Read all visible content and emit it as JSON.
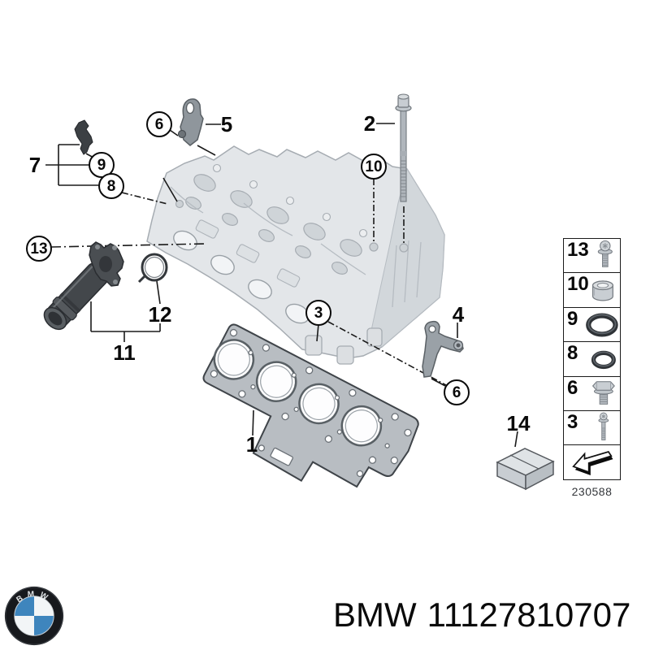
{
  "diagram": {
    "callouts": {
      "plain": {
        "p7": "7",
        "p5": "5",
        "p2": "2",
        "p4": "4",
        "p12": "12",
        "p11": "11",
        "p1": "1",
        "p14": "14"
      },
      "circled": {
        "c6a": "6",
        "c9": "9",
        "c8": "8",
        "c13": "13",
        "c10": "10",
        "c3": "3",
        "c6b": "6"
      }
    },
    "parts_shown": [
      "cylinder-head",
      "head-gasket",
      "head-bolt",
      "coolant-pipe",
      "pipe-gasket-ring",
      "bracket",
      "sensor",
      "sealing-kit-box"
    ]
  },
  "legend": {
    "items": [
      {
        "label": "13",
        "icon": "torx-bolt"
      },
      {
        "label": "10",
        "icon": "dowel-sleeve"
      },
      {
        "label": "9",
        "icon": "o-ring-large"
      },
      {
        "label": "8",
        "icon": "o-ring-small"
      },
      {
        "label": "6",
        "icon": "hex-flange-bolt"
      },
      {
        "label": "3",
        "icon": "long-bolt"
      },
      {
        "label": "",
        "icon": "direction-arrow"
      }
    ],
    "caption": "230588"
  },
  "footer": {
    "logo_text": "BMW",
    "brand": "BMW",
    "part_number": "11127810707",
    "logo_blue": "#3e85bd"
  }
}
